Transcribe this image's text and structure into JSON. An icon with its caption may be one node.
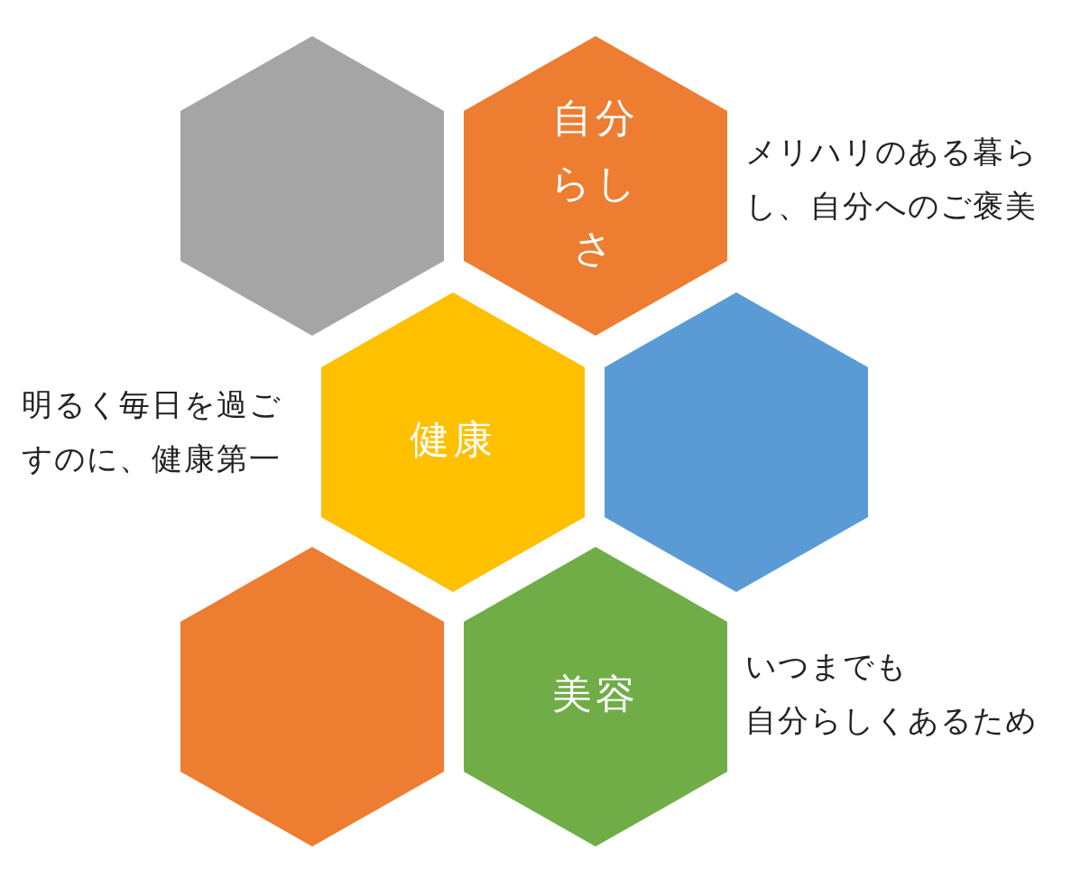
{
  "diagram": {
    "nodes": [
      {
        "text": [],
        "shape": "hexagon"
      },
      {
        "text": [
          "自分らしさ"
        ],
        "beside": [
          "メリハリのある暮らし、自分へのご褒美"
        ]
      },
      {
        "text": [
          "健康"
        ],
        "beside": [
          "明るく毎日を過ごすのに、健康第一"
        ]
      },
      {
        "text": [],
        "shape": "hexagon"
      },
      {
        "text": [],
        "shape": "hexagon"
      },
      {
        "text": [
          "美容"
        ],
        "beside": [
          "いつまでも",
          "自分らしくあるため"
        ]
      }
    ]
  }
}
